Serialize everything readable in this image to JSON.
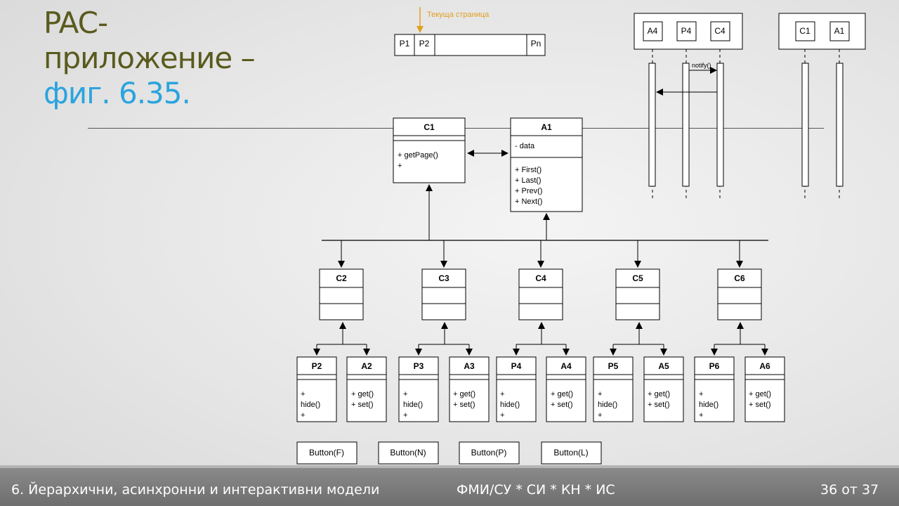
{
  "slide": {
    "title_line1": "PAC-",
    "title_line2": "приложение –",
    "title_line3": "фиг. 6.35.",
    "current_page_label": "Текуща страница",
    "notify_label": "notify()"
  },
  "pager": [
    "P1",
    "P2",
    "",
    "Pn"
  ],
  "sequence": {
    "group1": [
      "A4",
      "P4",
      "C4"
    ],
    "group2": [
      "C1",
      "A1"
    ]
  },
  "top_classes": {
    "c1": {
      "name": "C1",
      "methods": [
        "+ getPage()",
        "+"
      ]
    },
    "a1": {
      "name": "A1",
      "attrs": [
        "- data"
      ],
      "methods": [
        "+ First()",
        "+ Last()",
        "+ Prev()",
        "+ Next()"
      ]
    }
  },
  "controllers": [
    "C2",
    "C3",
    "C4",
    "C5",
    "C6"
  ],
  "presentations": [
    {
      "name": "P2",
      "methods": [
        "+",
        "hide()",
        "+"
      ]
    },
    {
      "name": "P3",
      "methods": [
        "+",
        "hide()",
        "+"
      ]
    },
    {
      "name": "P4",
      "methods": [
        "+",
        "hide()",
        "+"
      ]
    },
    {
      "name": "P5",
      "methods": [
        "+",
        "hide()",
        "+"
      ]
    },
    {
      "name": "P6",
      "methods": [
        "+",
        "hide()",
        "+"
      ]
    }
  ],
  "abstractions": [
    {
      "name": "A2",
      "methods": [
        "+ get()",
        "+ set()"
      ]
    },
    {
      "name": "A3",
      "methods": [
        "+ get()",
        "+ set()"
      ]
    },
    {
      "name": "A4",
      "methods": [
        "+ get()",
        "+ set()"
      ]
    },
    {
      "name": "A5",
      "methods": [
        "+ get()",
        "+ set()"
      ]
    },
    {
      "name": "A6",
      "methods": [
        "+ get()",
        "+ set()"
      ]
    }
  ],
  "buttons": [
    "Button(F)",
    "Button(N)",
    "Button(P)",
    "Button(L)"
  ],
  "footer": {
    "left": "6. Йерархични, асинхронни и интерактивни модели",
    "center": "ФМИ/СУ  *  СИ  * КН * ИС",
    "right": "36 от 37"
  },
  "colors": {
    "title_dark": "#5a5a1e",
    "title_accent": "#2aa4de",
    "pointer": "#e0a020",
    "footer_bg": "#7a7a7a"
  }
}
